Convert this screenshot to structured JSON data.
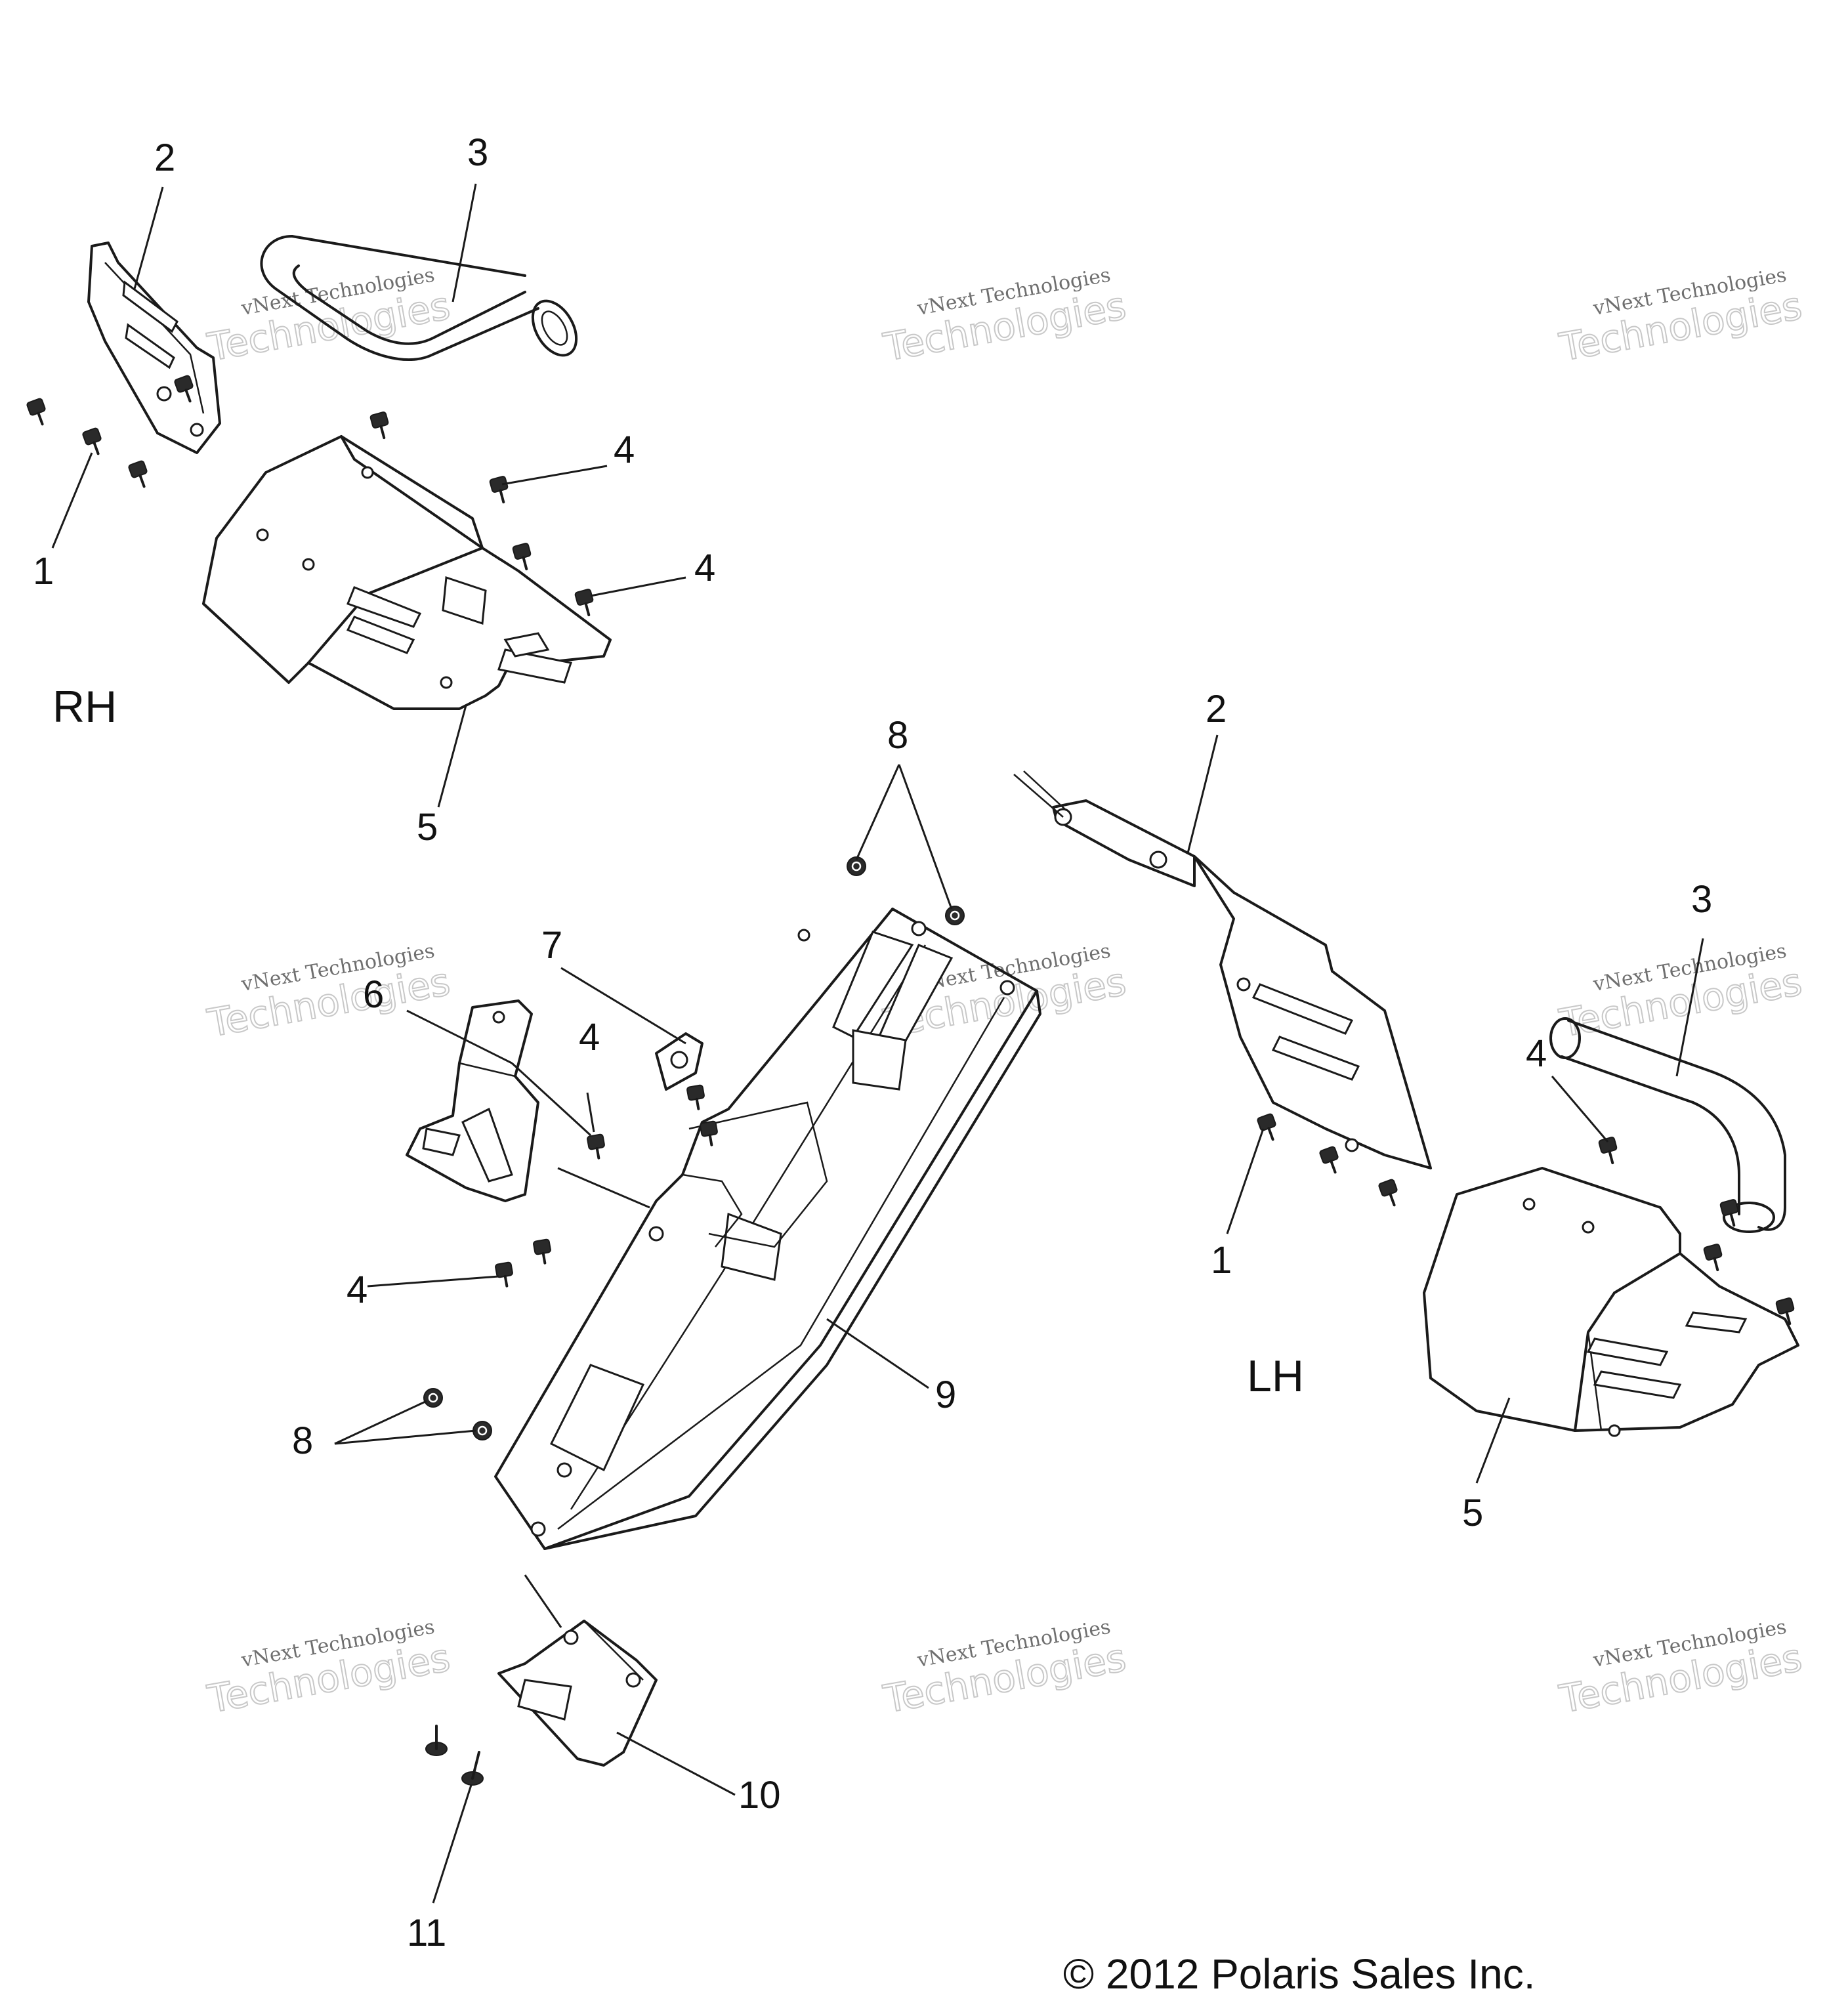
{
  "callouts": {
    "c1a": "1",
    "c2a": "2",
    "c3a": "3",
    "c4a": "4",
    "c4b": "4",
    "c5a": "5",
    "c6": "6",
    "c7": "7",
    "c4c": "4",
    "c4d": "4",
    "c8a": "8",
    "c8b": "8",
    "c9": "9",
    "c10": "10",
    "c11": "11",
    "c2b": "2",
    "c3b": "3",
    "c4e": "4",
    "c1b": "1",
    "c5b": "5"
  },
  "labels": {
    "rh": "RH",
    "lh": "LH"
  },
  "watermark": {
    "line1": "vNext Technologies",
    "line2": "Technologies"
  },
  "copyright": "© 2012 Polaris Sales Inc."
}
